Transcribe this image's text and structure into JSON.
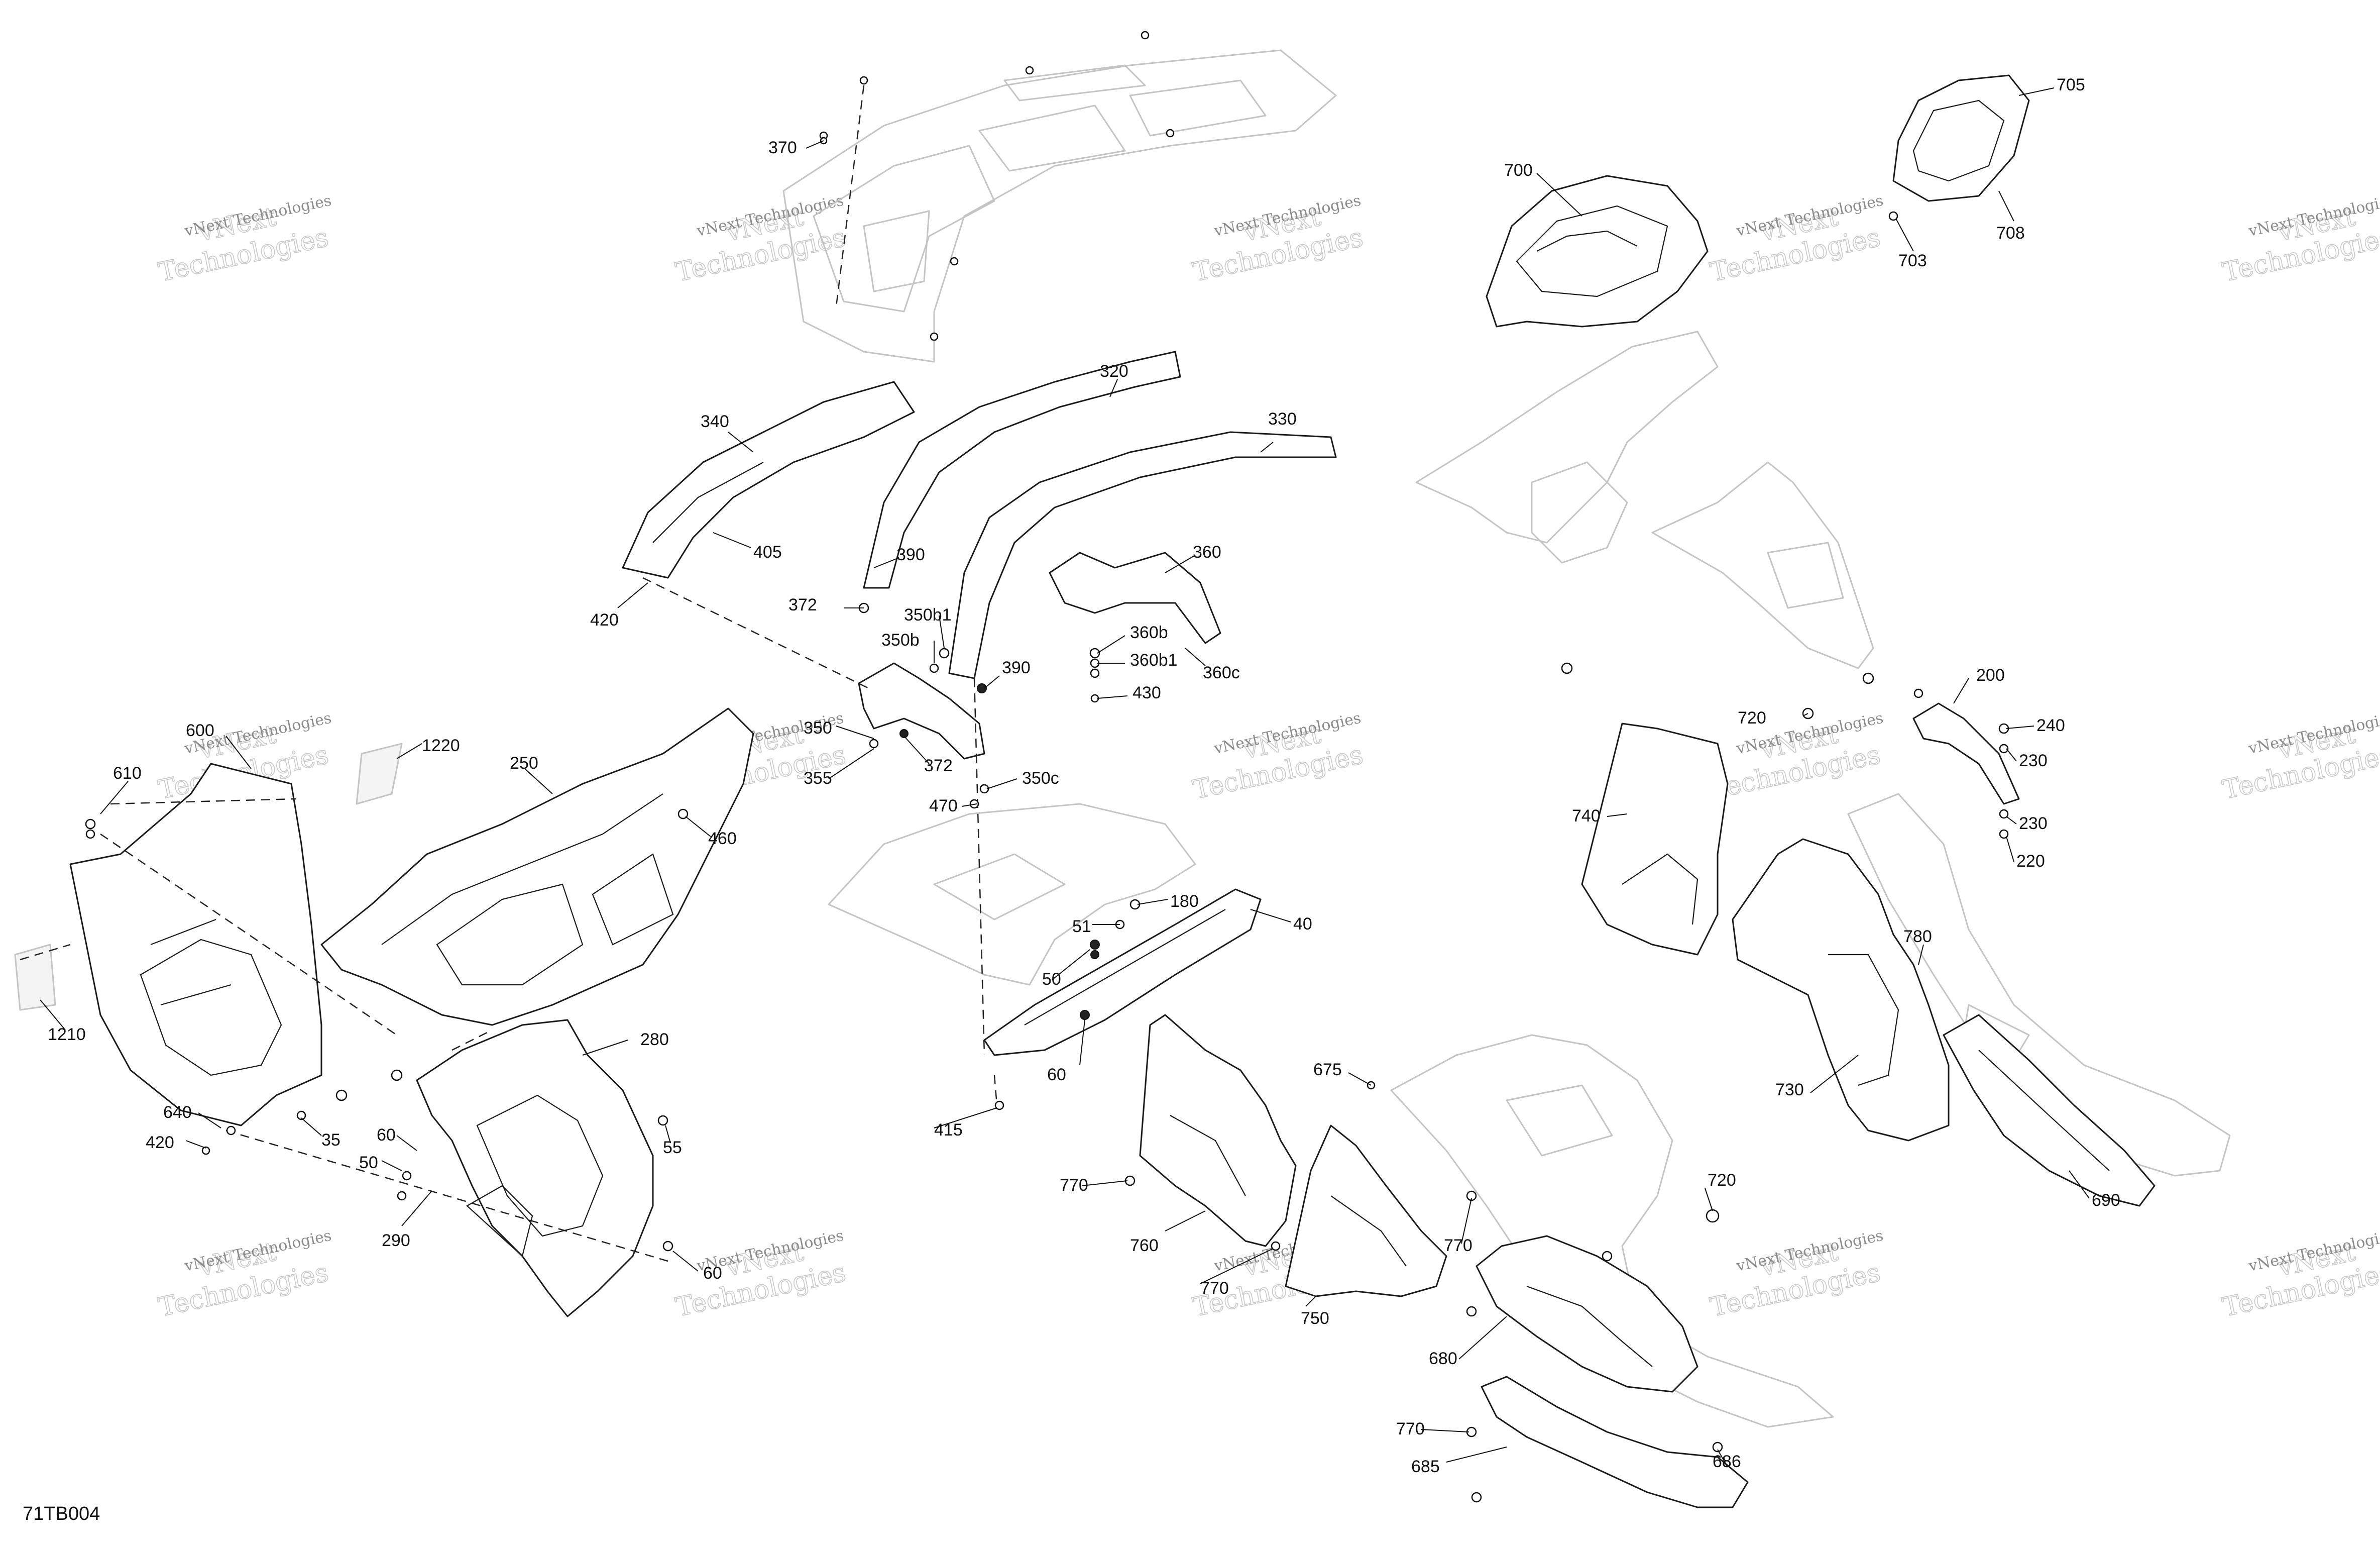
{
  "figure": {
    "code": "71TB004"
  },
  "watermark": {
    "line1": "vNext Technologies",
    "line2": "vNext",
    "line3": "Technologies"
  },
  "callouts": {
    "c370": "370",
    "c700": "700",
    "c705": "705",
    "c708": "708",
    "c703": "703",
    "c320": "320",
    "c330": "330",
    "c340": "340",
    "c405": "405",
    "c420a": "420",
    "c390a": "390",
    "c372a": "372",
    "c360": "360",
    "c350b1": "350b1",
    "c350b": "350b",
    "c360b": "360b",
    "c360b1": "360b1",
    "c360c": "360c",
    "c390b": "390",
    "c430": "430",
    "c350": "350",
    "c372b": "372",
    "c355": "355",
    "c470": "470",
    "c350c": "350c",
    "c600": "600",
    "c1220": "1220",
    "c250": "250",
    "c460": "460",
    "c610": "610",
    "c1210": "1210",
    "c640": "640",
    "c420b": "420",
    "c35": "35",
    "c280": "280",
    "c60a": "60",
    "c50a": "50",
    "c55": "55",
    "c290": "290",
    "c60b": "60",
    "c180": "180",
    "c40": "40",
    "c51": "51",
    "c50b": "50",
    "c60c": "60",
    "c415": "415",
    "c720a": "720",
    "c200": "200",
    "c240": "240",
    "c230a": "230",
    "c230b": "230",
    "c220": "220",
    "c740": "740",
    "c780": "780",
    "c730": "730",
    "c690": "690",
    "c675": "675",
    "c770a": "770",
    "c760": "760",
    "c770b": "770",
    "c770c": "770",
    "c750": "750",
    "c720b": "720",
    "c680": "680",
    "c770d": "770",
    "c685": "685",
    "c686": "686"
  }
}
